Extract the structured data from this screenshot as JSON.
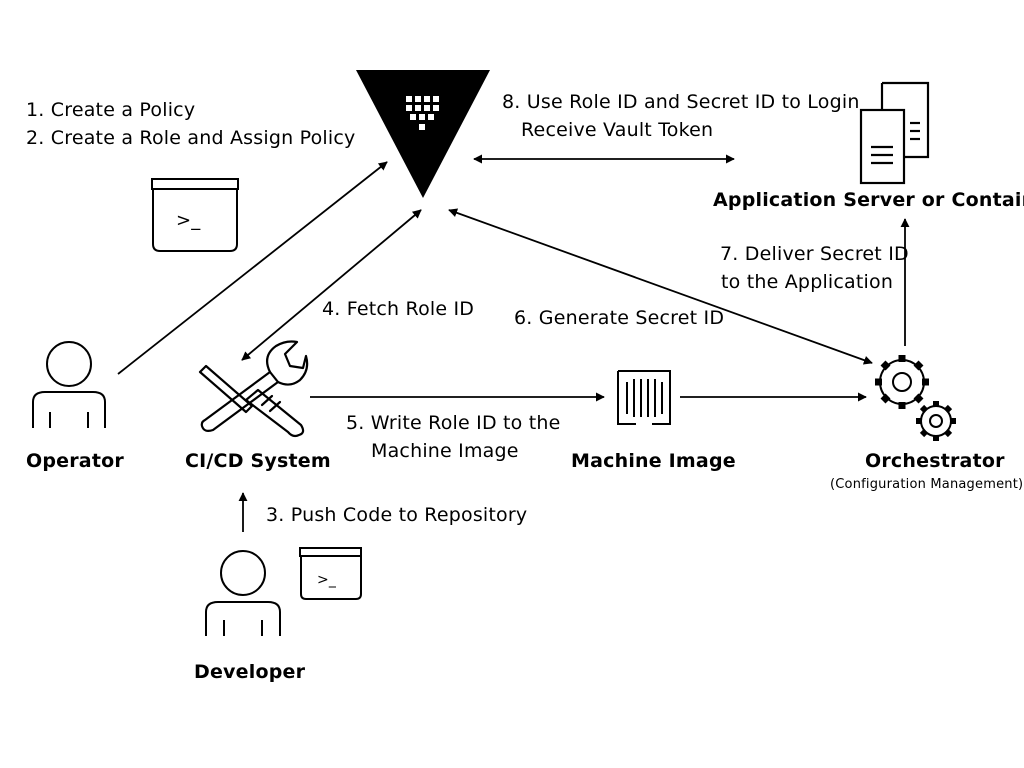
{
  "steps": {
    "create_policy": "1.  Create a Policy",
    "create_role": "2. Create a Role and Assign Policy",
    "push_code": "3. Push Code to Repository",
    "fetch_role": "4. Fetch Role ID",
    "write_role_line1": "5. Write Role ID to the",
    "write_role_line2": "Machine Image",
    "generate_secret": "6. Generate Secret ID",
    "deliver_secret_line1": "7. Deliver Secret ID",
    "deliver_secret_line2": "to the Application",
    "login_line1": "8. Use Role ID and Secret ID to Login",
    "login_line2": "Receive Vault Token"
  },
  "nodes": {
    "operator": "Operator",
    "cicd": "CI/CD System",
    "machine_image": "Machine Image",
    "orchestrator": "Orchestrator",
    "orchestrator_sub": "(Configuration Management)",
    "app_server": "Application Server or Container",
    "developer": "Developer"
  },
  "terminal_prompt": ">_",
  "icons": {
    "vault": "vault-logo-icon",
    "operator": "person-icon",
    "developer": "person-icon",
    "terminal": "terminal-icon",
    "cicd": "tools-icon",
    "machine_image": "machine-image-icon",
    "orchestrator": "gears-icon",
    "app_server": "server-documents-icon"
  }
}
